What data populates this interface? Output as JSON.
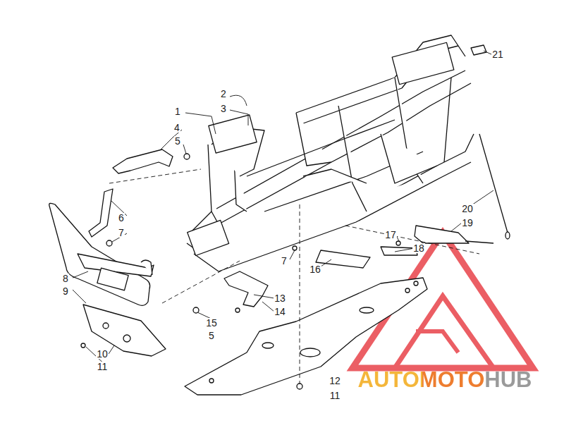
{
  "diagram": {
    "labels": [
      "1",
      "2",
      "3",
      "4",
      "5",
      "6",
      "7",
      "8",
      "9",
      "10",
      "11",
      "12",
      "11",
      "13",
      "14",
      "15",
      "5",
      "7",
      "16",
      "17",
      "18",
      "19",
      "20",
      "21",
      "AUTOMOTOHUB"
    ]
  }
}
